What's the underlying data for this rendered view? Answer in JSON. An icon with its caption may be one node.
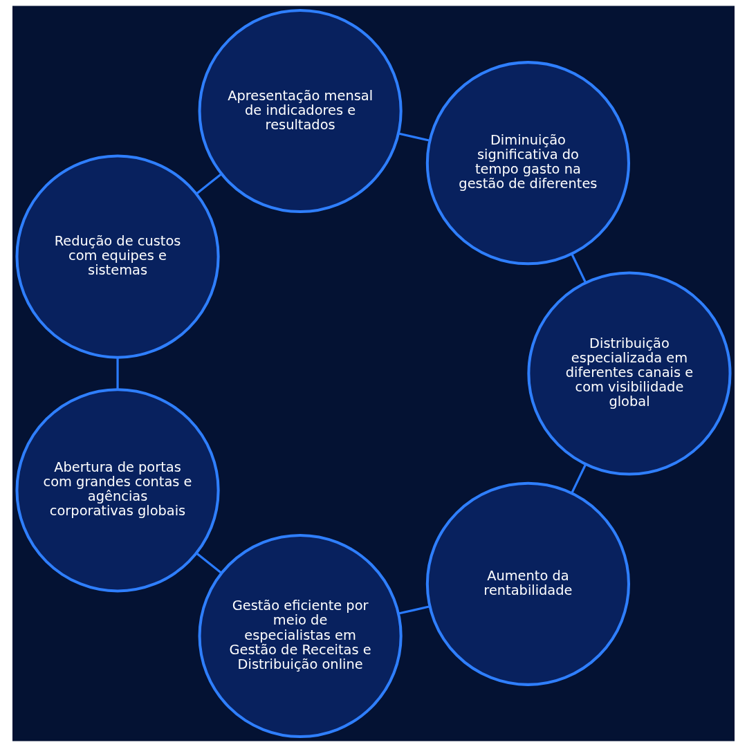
{
  "diagram": {
    "nodes": [
      {
        "text": [
          "Aumento da rentabilidade"
        ]
      },
      {
        "text": [
          "Gestão eficiente por meio de especialistas em Gestão de Receitas e Distribuição online"
        ]
      },
      {
        "text": [
          "Distribuição especializada em diferentes canais e com visibilidade global"
        ]
      },
      {
        "text": [
          "Abertura de portas com grandes contas e agências corporativas globais"
        ]
      },
      {
        "text": [
          "Diminuição significativa do tempo gasto na gestão de diferentes"
        ]
      },
      {
        "text": [
          "Redução de custos com equipes e sistemas"
        ]
      },
      {
        "text": [
          "Apresentação mensal de indicadores e resultados"
        ]
      }
    ],
    "edges": [
      {
        "from": 0,
        "to": 1,
        "arrow": "none"
      },
      {
        "from": 1,
        "to": 3,
        "arrow": "none"
      },
      {
        "from": 3,
        "to": 5,
        "arrow": "none"
      },
      {
        "from": 5,
        "to": 6,
        "arrow": "none"
      },
      {
        "from": 6,
        "to": 4,
        "arrow": "none"
      },
      {
        "from": 4,
        "to": 2,
        "arrow": "none"
      },
      {
        "from": 2,
        "to": 0,
        "arrow": "none"
      }
    ]
  }
}
